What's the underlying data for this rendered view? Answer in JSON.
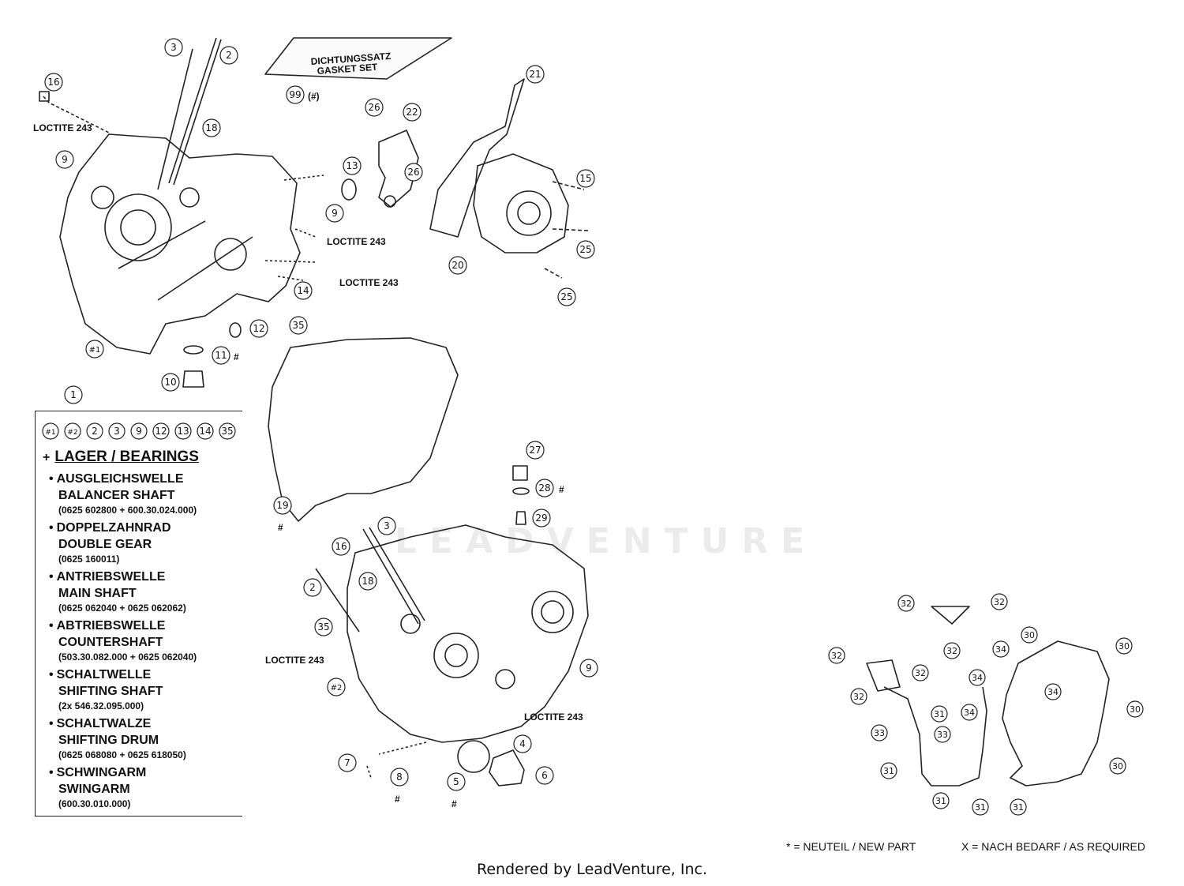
{
  "gasket_set": {
    "line1": "DICHTUNGSSATZ",
    "line2": "GASKET SET",
    "callout": "99",
    "suffix": "(#)"
  },
  "loctite": "LOCTITE 243",
  "callouts_top": [
    "3",
    "2",
    "16",
    "18",
    "9",
    "13",
    "9",
    "14",
    "35",
    "12",
    "11",
    "10",
    "#1",
    "22",
    "26",
    "26",
    "21",
    "15",
    "25",
    "20",
    "25"
  ],
  "callout_1": "1",
  "legend": {
    "refs": [
      "#1",
      "#2",
      "2",
      "3",
      "9",
      "12",
      "13",
      "14",
      "35"
    ],
    "plus": "+",
    "title": "LAGER / BEARINGS",
    "items": [
      {
        "de": "AUSGLEICHSWELLE",
        "en": "BALANCER SHAFT",
        "num": "(0625 602800 + 600.30.024.000)"
      },
      {
        "de": "DOPPELZAHNRAD",
        "en": "DOUBLE GEAR",
        "num": "(0625 160011)"
      },
      {
        "de": "ANTRIEBSWELLE",
        "en": "MAIN SHAFT",
        "num": "(0625 062040 + 0625 062062)"
      },
      {
        "de": "ABTRIEBSWELLE",
        "en": "COUNTERSHAFT",
        "num": "(503.30.082.000 + 0625 062040)"
      },
      {
        "de": "SCHALTWELLE",
        "en": "SHIFTING SHAFT",
        "num": "(2x 546.32.095.000)"
      },
      {
        "de": "SCHALTWALZE",
        "en": "SHIFTING DRUM",
        "num": "(0625 068080 + 0625 618050)"
      },
      {
        "de": "SCHWINGARM",
        "en": "SWINGARM",
        "num": "(600.30.010.000)"
      }
    ]
  },
  "callouts_bottom": [
    "19",
    "27",
    "28",
    "29",
    "3",
    "16",
    "2",
    "18",
    "35",
    "#2",
    "9",
    "4",
    "6",
    "7",
    "8",
    "5"
  ],
  "hash": "#",
  "watermark": "LEADVENTURE",
  "footer": {
    "new_part": "* = NEUTEIL / NEW PART",
    "as_required": "X = NACH BEDARF / AS REQUIRED",
    "rendered_by": "Rendered by LeadVenture, Inc."
  }
}
